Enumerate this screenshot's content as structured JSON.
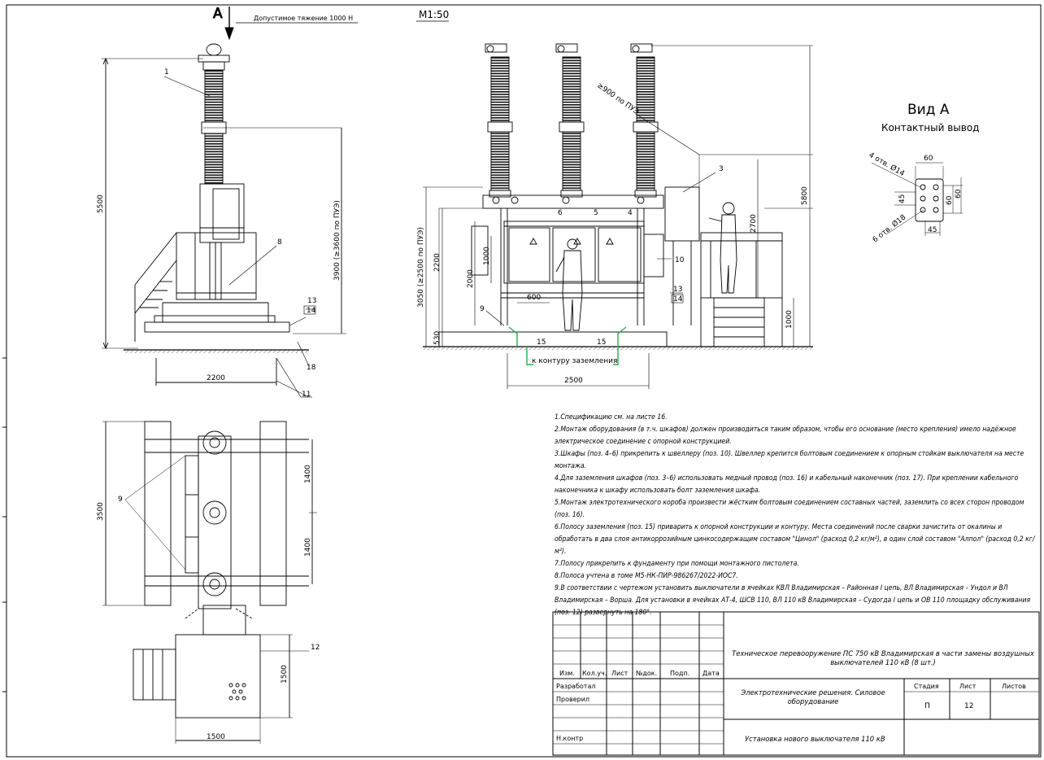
{
  "scale": "М1:50",
  "view_arrow_label": "А",
  "allowed_tension": "Допустимое тяжение 1000 Н",
  "side_view": {
    "dim_height_total": "5500",
    "dim_height_clearance": "3900 (≥3600 по ПУЭ)",
    "dim_base_width": "2200",
    "callouts": [
      "1",
      "8",
      "13",
      "14",
      "18",
      "11"
    ]
  },
  "front_view": {
    "dim_clearance_label": "≥900 по ПУЭ",
    "dim_height_total": "5800",
    "dim_2700": "2700",
    "dim_2200": "2200",
    "dim_2000": "2000",
    "dim_1000_cabinet": "1000",
    "dim_1000_platform": "1000",
    "dim_3050": "3050 (≥2500 по ПУЭ)",
    "dim_530": "530",
    "dim_600": "600",
    "dim_base_width": "2500",
    "ground_label": "к контуру заземления",
    "callouts": [
      "3",
      "6",
      "5",
      "4",
      "10",
      "9",
      "13",
      "14",
      "15",
      "15"
    ]
  },
  "view_a": {
    "title": "Вид А",
    "subtitle": "Контактный вывод",
    "holes_14": "4 отв. Ø14",
    "holes_18": "6 отв. Ø18",
    "dims": [
      "60",
      "45",
      "60",
      "60",
      "45"
    ]
  },
  "plan_view": {
    "dim_total": "3500",
    "dim_pitch_1": "1400",
    "dim_pitch_2": "1400",
    "callout": "9"
  },
  "platform_view": {
    "callout": "12",
    "dim_width": "1500",
    "dim_depth": "1500"
  },
  "notes": [
    "1.Спецификацию см. на листе 16.",
    "2.Монтаж оборудования (в т.ч. шкафов) должен производиться таким образом, чтобы его основание (место крепления) имело надёжное электрическое соединение с опорной конструкцией.",
    "3.Шкафы (поз. 4–6) прикрепить к швеллеру (поз. 10). Швеллер крепится болтовым соединением к опорным стойкам выключателя на месте монтажа.",
    "4.Для заземления шкафов (поз. 3–6) использовать медный провод (поз. 16) и кабельный наконечник (поз. 17). При креплении кабельного наконечника к шкафу использовать болт заземления шкафа.",
    "5.Монтаж электротехнического короба произвести жёстким болтовым соединением составных частей, заземлить со всех сторон проводом (поз. 16).",
    "6.Полосу заземления (поз. 15) приварить к опорной конструкции и контуру. Места соединений после сварки зачистить от окалины и обработать в два слоя антикоррозийным цинкосодержащим составом \"Цинол\" (расход 0,2 кг/м²), в один слой составом \"Алпол\" (расход 0,2 кг/м²).",
    "7.Полосу прикрепить к фундаменту при помощи монтажного пистолета.",
    "8.Полоса учтена в томе М5-НК-ПИР-986267/2022-ИОС7.",
    "9.В соответствии с чертежом установить выключатели в ячейках КВЛ Владимирская – Районная I цепь, ВЛ Владимирская – Ундол и ВЛ Владимирская – Ворша. Для установки в ячейках АТ-4, ШСВ 110, ВЛ 110 кВ Владимирская – Судогда I цепь и ОВ 110 площадку обслуживания (поз. 12) развернуть на 180°."
  ],
  "title_block": {
    "project": "Техническое перевооружение ПС 750 кВ Владимирская в части замены воздушных выключателей 110 кВ (8 шт.)",
    "col_izm": "Изм.",
    "col_kol": "Кол.уч.",
    "col_list": "Лист",
    "col_ndok": "№док.",
    "col_podp": "Подп.",
    "col_data": "Дата",
    "razrabotal": "Разработал",
    "proveril": "Проверил",
    "nkontr": "Н.контр",
    "section": "Электротехнические решения. Силовое оборудование",
    "stadiya_label": "Стадия",
    "list_label": "Лист",
    "listov_label": "Листов",
    "stadiya": "П",
    "list": "12",
    "listov": "",
    "sheet_title": "Установка нового выключателя 110 кВ"
  },
  "colors": {
    "line": "#000000",
    "ground": "#22b14c",
    "paper": "#ffffff"
  }
}
